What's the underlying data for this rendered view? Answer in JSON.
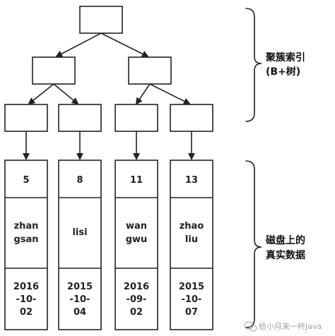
{
  "tree_label": {
    "line1": "聚簇索引",
    "line2": "(B+树)"
  },
  "data_label": {
    "line1": "磁盘上的",
    "line2": "真实数据"
  },
  "records": [
    {
      "id": "5",
      "name_line1": "zhan",
      "name_line2": "gsan",
      "date_line1": "2016",
      "date_line2": "-10-",
      "date_line3": "02"
    },
    {
      "id": "8",
      "name_line1": "lisi",
      "name_line2": "",
      "date_line1": "2015",
      "date_line2": "-10-",
      "date_line3": "04"
    },
    {
      "id": "11",
      "name_line1": "wan",
      "name_line2": "gwu",
      "date_line1": "2016",
      "date_line2": "-09-",
      "date_line3": "02"
    },
    {
      "id": "13",
      "name_line1": "zhao",
      "name_line2": "liu",
      "date_line1": "2015",
      "date_line2": "-10-",
      "date_line3": "07"
    }
  ],
  "watermark": {
    "icon": "wechat-icon",
    "text": "给小月来一杯Java",
    "color": "#888888"
  }
}
